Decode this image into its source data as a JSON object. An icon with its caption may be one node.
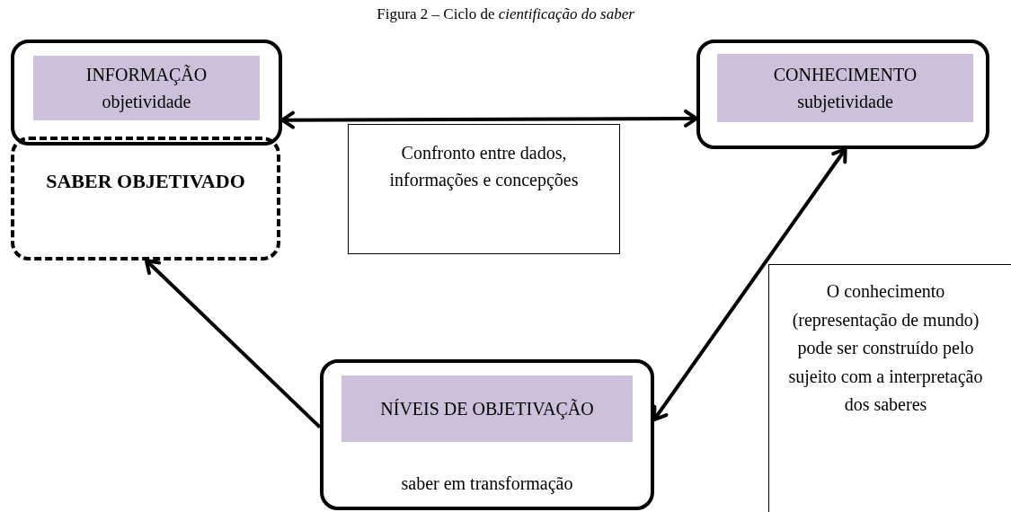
{
  "diagram": {
    "title": "Figura 2 – Ciclo de *cientificação do saber*",
    "nodes": [
      {
        "text": [
          "INFORMAÇÃO",
          "objetividade"
        ]
      },
      {
        "text": [
          "SABER OBJETIVADO"
        ]
      },
      {
        "text": [
          "CONHECIMENTO",
          "subjetividade"
        ]
      },
      {
        "text": [
          "Confronto entre dados, informações e concepções"
        ]
      },
      {
        "text": [
          "O conhecimento (representação de mundo) pode ser construído pelo sujeito com a interpretação dos saberes"
        ]
      },
      {
        "text": [
          "NÍVEIS DE OBJETIVAÇÃO",
          "saber em transformação"
        ]
      }
    ],
    "edges": [
      {
        "from": 0,
        "to": 2,
        "arrow": "both"
      },
      {
        "from": 5,
        "to": 1,
        "arrow": "to"
      },
      {
        "from": 5,
        "to": 2,
        "arrow": "both"
      }
    ]
  }
}
